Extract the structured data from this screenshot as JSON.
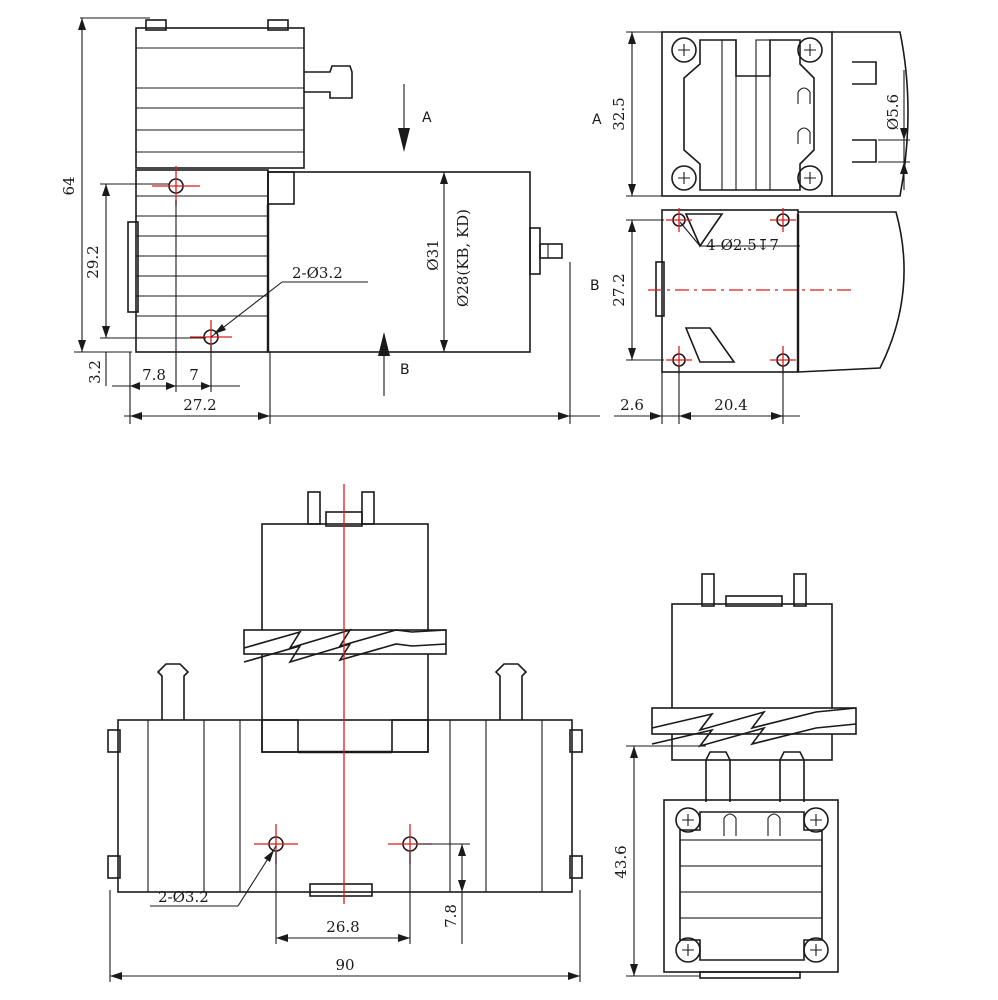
{
  "views": {
    "side": {
      "overall_height": "64",
      "mount_spacing": "29.2",
      "bottom_offset": "3.2",
      "hole_offset_1": "7.8",
      "hole_offset_2": "7",
      "head_width": "27.2",
      "hole_callout": "2-Ø3.2",
      "motor_diameter": "Ø31",
      "motor_diameter_alt": "Ø28(KB, KD)",
      "view_arrow_a": "A",
      "view_arrow_b": "B"
    },
    "view_a": {
      "label": "A",
      "height": "32.5",
      "port_diameter": "Ø5.6"
    },
    "view_b": {
      "label": "B",
      "height": "27.2",
      "hole_callout": "4-Ø2.5↧7",
      "edge_offset": "2.6",
      "hole_spacing": "20.4"
    },
    "front": {
      "hole_callout": "2-Ø3.2",
      "hole_spacing": "26.8",
      "hole_height": "7.8",
      "overall_length": "90"
    },
    "end": {
      "height": "43.6"
    }
  }
}
